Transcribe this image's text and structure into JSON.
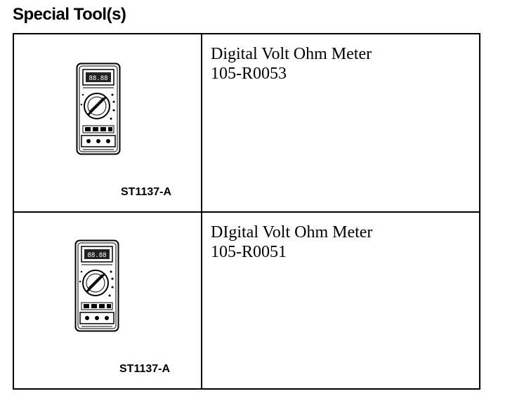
{
  "page": {
    "heading": "Special Tool(s)"
  },
  "tools": [
    {
      "code": "ST1137-A",
      "name": "Digital Volt Ohm Meter",
      "number": "105-R0053",
      "icon": "multimeter-icon"
    },
    {
      "code": "ST1137-A",
      "name": "DIgital Volt Ohm Meter",
      "number": "105-R0051",
      "icon": "multimeter-icon"
    }
  ]
}
